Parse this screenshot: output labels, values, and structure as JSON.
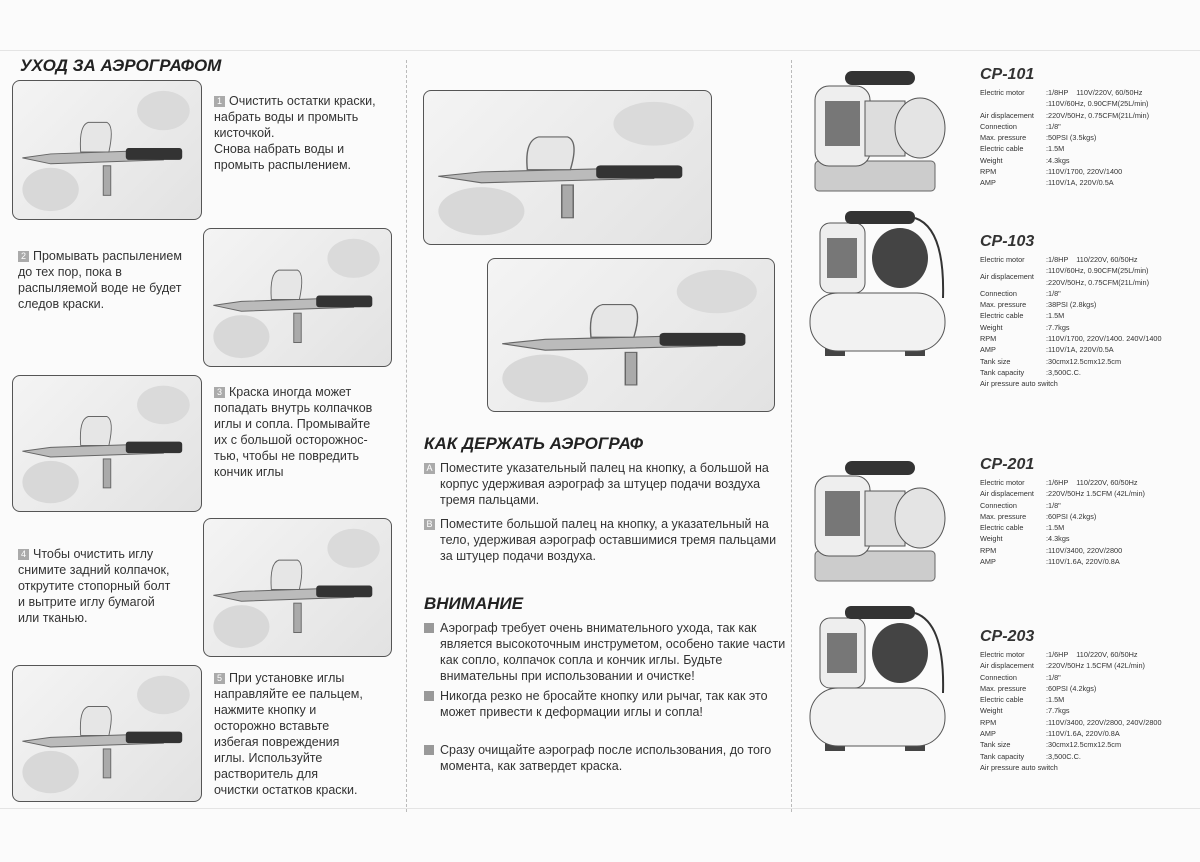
{
  "care": {
    "title": "УХОД ЗА АЭРОГРАФОМ",
    "steps": [
      {
        "num": "1",
        "text": "Очистить остатки краски,\nнабрать воды и промыть\nкисточкой.\nСнова набрать воды и\nпромыть распылением."
      },
      {
        "num": "2",
        "text": "Промывать распылением\nдо тех пор, пока в\nраспыляемой воде не будет\nследов краски."
      },
      {
        "num": "3",
        "text": "Краска иногда может\nпопадать внутрь колпачков\nиглы и сопла. Промывайте\nих с большой осторожнос-\nтью, чтобы не повредить\nкончик иглы"
      },
      {
        "num": "4",
        "text": "Чтобы очистить иглу\nснимите задний колпачок,\nоткрутите стопорный болт\nи вытрите иглу бумагой\nили тканью."
      },
      {
        "num": "5",
        "text": "При установке иглы\nнаправляйте ее пальцем,\nнажмите кнопку и\nосторожно вставьте\nизбегая повреждения\nиглы. Используйте\nрастворитель для\nочистки остатков краски."
      }
    ]
  },
  "hold": {
    "title": "КАК ДЕРЖАТЬ АЭРОГРАФ",
    "items": [
      {
        "num": "A",
        "text": "Поместите указательный палец на кнопку, а большой на корпус удерживая аэрограф за штуцер подачи воздуха тремя пальцами."
      },
      {
        "num": "B",
        "text": "Поместите большой палец на кнопку, а указательный на тело, удерживая аэрограф оставшимися тремя пальцами за штуцер подачи воздуха."
      }
    ]
  },
  "warning": {
    "title": "ВНИМАНИЕ",
    "items": [
      "Аэрограф требует очень внимательного ухода, так как является высокоточным инструметом, особено такие части как сопло, колпачок сопла и кончик иглы. Будьте внимательны при использовании и очистке!",
      "Никогда резко не бросайте кнопку или рычаг, так как это может привести к деформации иглы и сопла!",
      "Сразу очищайте аэрограф после использования, до того момента, как затвердет краска."
    ]
  },
  "models": [
    {
      "name": "CP-101",
      "specs": [
        [
          "Electric motor",
          ":1/8HP    110V/220V, 60/50Hz"
        ],
        [
          "",
          ":110V/60Hz, 0.90CFM(25L/min)"
        ],
        [
          "Air displacement",
          ":220V/50Hz, 0.75CFM(21L/min)"
        ],
        [
          "Connection",
          ":1/8\""
        ],
        [
          "Max. pressure",
          ":50PSI (3.5kgs)"
        ],
        [
          "Electric cable",
          ":1.5M"
        ],
        [
          "Weight",
          ":4.3kgs"
        ],
        [
          "RPM",
          ":110V/1700, 220V/1400"
        ],
        [
          "AMP",
          ":110V/1A, 220V/0.5A"
        ]
      ]
    },
    {
      "name": "CP-103",
      "specs": [
        [
          "Electric motor",
          ":1/8HP    110/220V, 60/50Hz"
        ],
        [
          "Air displacement",
          ":110V/60Hz, 0.90CFM(25L/min)\n:220V/50Hz, 0.75CFM(21L/min)"
        ],
        [
          "Connection",
          ":1/8\""
        ],
        [
          "Max. pressure",
          ":38PSI (2.8kgs)"
        ],
        [
          "Electric cable",
          ":1.5M"
        ],
        [
          "Weight",
          ":7.7kgs"
        ],
        [
          "RPM",
          ":110V/1700, 220V/1400. 240V/1400"
        ],
        [
          "AMP",
          ":110V/1A, 220V/0.5A"
        ],
        [
          "Tank size",
          ":30cmx12.5cmx12.5cm"
        ],
        [
          "Tank capacity",
          ":3,500C.C."
        ]
      ],
      "note": "Air pressure auto switch"
    },
    {
      "name": "CP-201",
      "specs": [
        [
          "Electric motor",
          ":1/6HP    110/220V, 60/50Hz"
        ],
        [
          "Air displacement",
          ":220V/50Hz 1.5CFM (42L/min)"
        ],
        [
          "Connection",
          ":1/8\""
        ],
        [
          "Max. pressure",
          ":60PSI (4.2kgs)"
        ],
        [
          "Electric cable",
          ":1.5M"
        ],
        [
          "Weight",
          ":4.3kgs"
        ],
        [
          "RPM",
          ":110V/3400, 220V/2800"
        ],
        [
          "AMP",
          ":110V/1.6A, 220V/0.8A"
        ]
      ]
    },
    {
      "name": "CP-203",
      "specs": [
        [
          "Electric motor",
          ":1/6HP    110/220V, 60/50Hz"
        ],
        [
          "Air displacement",
          ":220V/50Hz 1.5CFM (42L/min)"
        ],
        [
          "Connection",
          ":1/8\""
        ],
        [
          "Max. pressure",
          ":60PSI (4.2kgs)"
        ],
        [
          "Electric cable",
          ":1.5M"
        ],
        [
          "Weight",
          ":7.7kgs"
        ],
        [
          "RPM",
          ":110V/3400, 220V/2800, 240V/2800"
        ],
        [
          "AMP",
          ":110V/1.6A, 220V/0.8A"
        ],
        [
          "Tank size",
          ":30cmx12.5cmx12.5cm"
        ],
        [
          "Tank capacity",
          ":3,500C.C."
        ]
      ],
      "note": "Air pressure auto switch"
    }
  ]
}
